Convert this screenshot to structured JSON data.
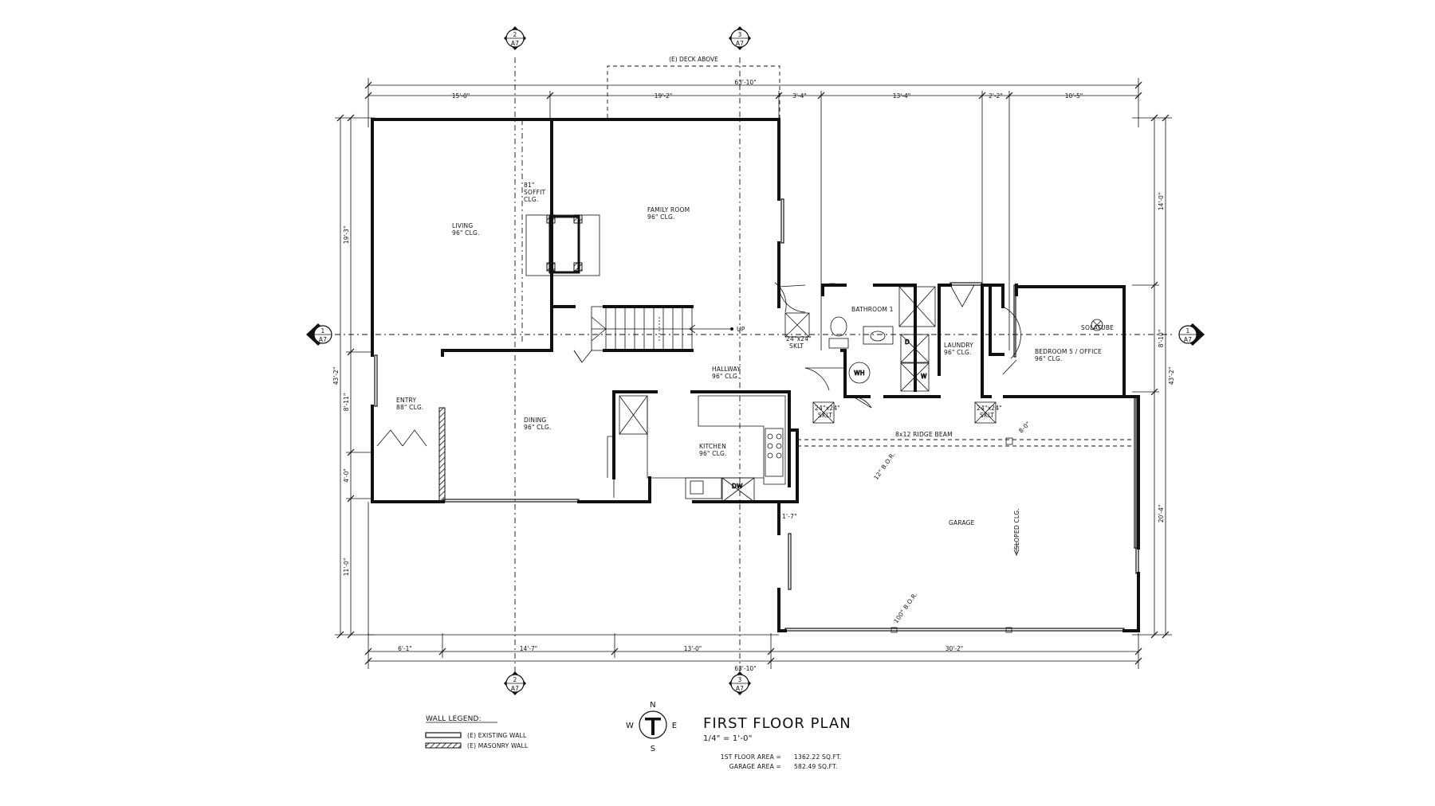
{
  "deck_label": "(E) DECK ABOVE",
  "overall_top": "63'-10\"",
  "overall_bottom": "63'-10\"",
  "overall_left": "43'-2\"",
  "overall_right": "43'-2\"",
  "top_dims": [
    "15'-0\"",
    "19'-2\"",
    "3'-4\"",
    "13'-4\"",
    "2'-2\"",
    "10'-5\""
  ],
  "bottom_dims": [
    "6'-1\"",
    "14'-7\"",
    "13'-0\"",
    "30'-2\""
  ],
  "left_dims": [
    "19'-3\"",
    "8'-11\"",
    "4'-0\"",
    "11'-0\""
  ],
  "right_dims": [
    "14'-0\"",
    "8'-10\"",
    "20'-4\""
  ],
  "rooms": {
    "living": [
      "LIVING",
      "96\" CLG."
    ],
    "soffit": [
      "81\"",
      "SOFFIT",
      "CLG."
    ],
    "family": [
      "FAMILY ROOM",
      "96\" CLG."
    ],
    "bathroom": "BATHROOM 1",
    "laundry": [
      "LAUNDRY",
      "96\" CLG."
    ],
    "solatube": "SOLATUBE",
    "bedroom": [
      "BEDROOM 5 / OFFICE",
      "96\" CLG."
    ],
    "hallway": [
      "HALLWAY",
      "96\" CLG."
    ],
    "entry": [
      "ENTRY",
      "88\" CLG."
    ],
    "dining": [
      "DINING",
      "96\" CLG."
    ],
    "kitchen": [
      "KITCHEN",
      "96\" CLG."
    ],
    "garage": "GARAGE",
    "skylight": [
      "24\"x24\"",
      "SKLT"
    ],
    "skylight_small": [
      "24\"x24\"",
      "SKLT"
    ],
    "wh": "WH",
    "up": "UP",
    "dw": "DW",
    "d": "D",
    "w": "W",
    "ridge_beam": "8x12 RIDGE BEAM",
    "bor_left": "12\" B.O.R.",
    "bor_right": "8-0\"",
    "bor_bottom": "100\" B.O.R.",
    "sloped": "SLOPED CLG.",
    "small_dim": "1'-7\""
  },
  "section_markers": {
    "top_left": {
      "num": "2",
      "sheet": "A7"
    },
    "top_mid": {
      "num": "3",
      "sheet": "A7"
    },
    "left": {
      "num": "1",
      "sheet": "A7"
    },
    "right": {
      "num": "1",
      "sheet": "A7"
    },
    "bottom_left": {
      "num": "2",
      "sheet": "A7"
    },
    "bottom_mid": {
      "num": "3",
      "sheet": "A7"
    }
  },
  "legend": {
    "title": "WALL LEGEND:",
    "existing": "(E) EXISTING WALL",
    "masonry": "(E) MASONRY WALL"
  },
  "compass": {
    "n": "N",
    "s": "S",
    "e": "E",
    "w": "W"
  },
  "title": {
    "name": "FIRST FLOOR PLAN",
    "scale": "1/4\" = 1'-0\"",
    "area_label_1": "1ST FLOOR AREA =",
    "area_value_1": "1362.22 SQ.FT.",
    "area_label_2": "GARAGE AREA =",
    "area_value_2": "582.49 SQ.FT."
  }
}
